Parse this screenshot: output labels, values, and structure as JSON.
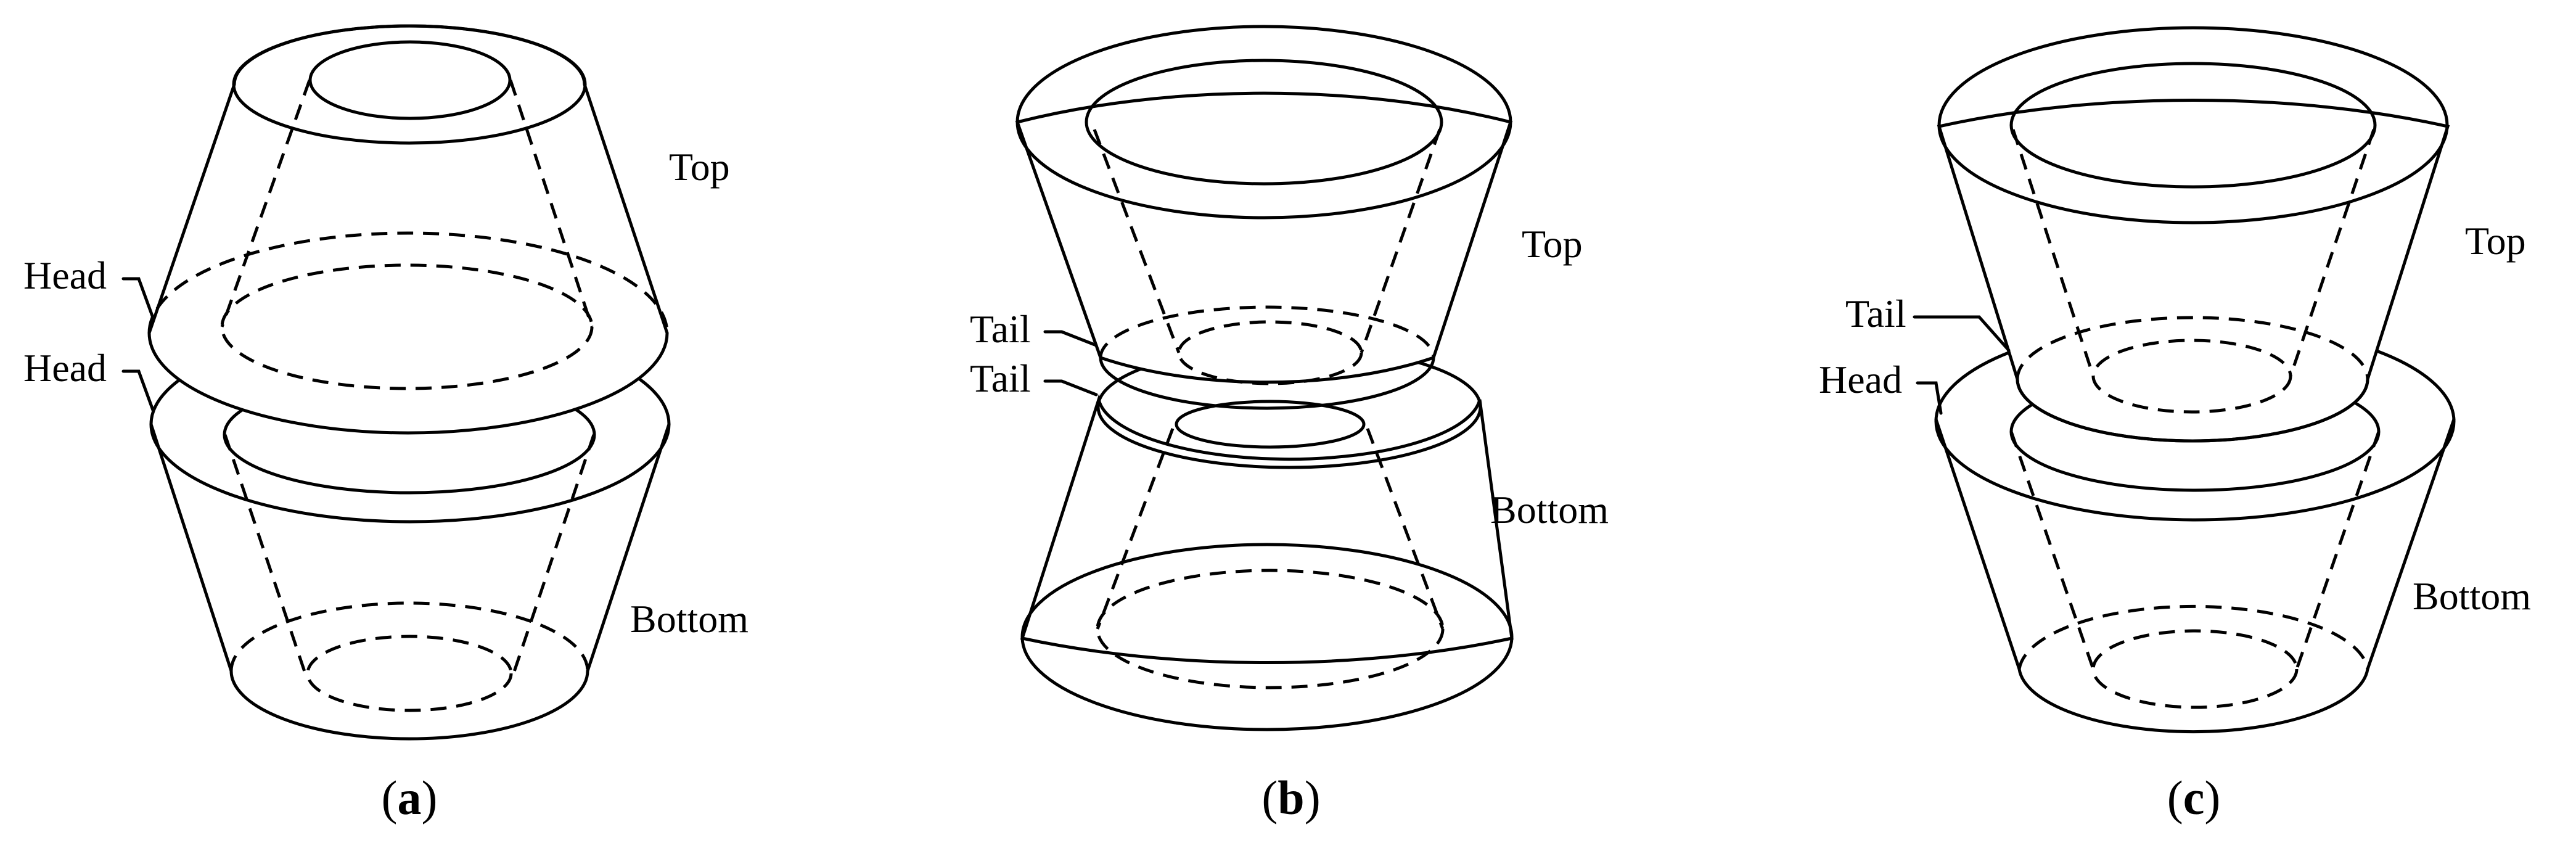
{
  "panels": [
    {
      "id": "a",
      "caption": {
        "open": "(",
        "letter": "a",
        "close": ")"
      },
      "labels": {
        "top": "Top",
        "bottom": "Bottom",
        "upper": "Head",
        "lower": "Head"
      }
    },
    {
      "id": "b",
      "caption": {
        "open": "(",
        "letter": "b",
        "close": ")"
      },
      "labels": {
        "top": "Top",
        "bottom": "Bottom",
        "upper": "Tail",
        "lower": "Tail"
      }
    },
    {
      "id": "c",
      "caption": {
        "open": "(",
        "letter": "c",
        "close": ")"
      },
      "labels": {
        "top": "Top",
        "bottom": "Bottom",
        "upper": "Tail",
        "lower": "Head"
      }
    }
  ]
}
